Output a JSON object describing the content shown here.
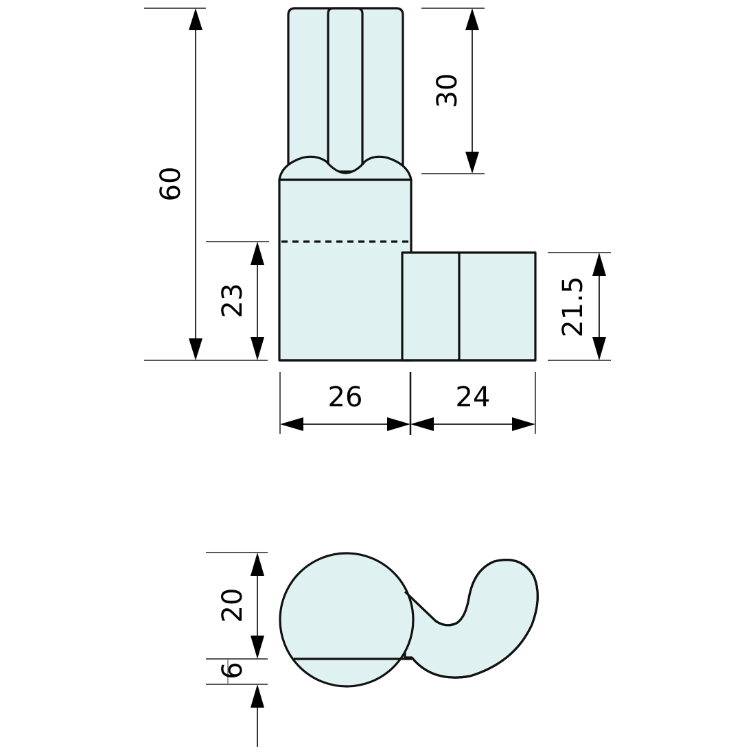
{
  "drawing": {
    "fill_color": "#dff1f1",
    "line_color": "#111111",
    "views": [
      "side-elevation",
      "top-plan"
    ]
  },
  "dimensions": {
    "total_height": "60",
    "upper_column_height": "30",
    "base_height": "23",
    "side_block_height": "21.5",
    "base_width": "26",
    "side_block_width": "24",
    "top_view_circle": "20",
    "top_view_offset": "6"
  }
}
